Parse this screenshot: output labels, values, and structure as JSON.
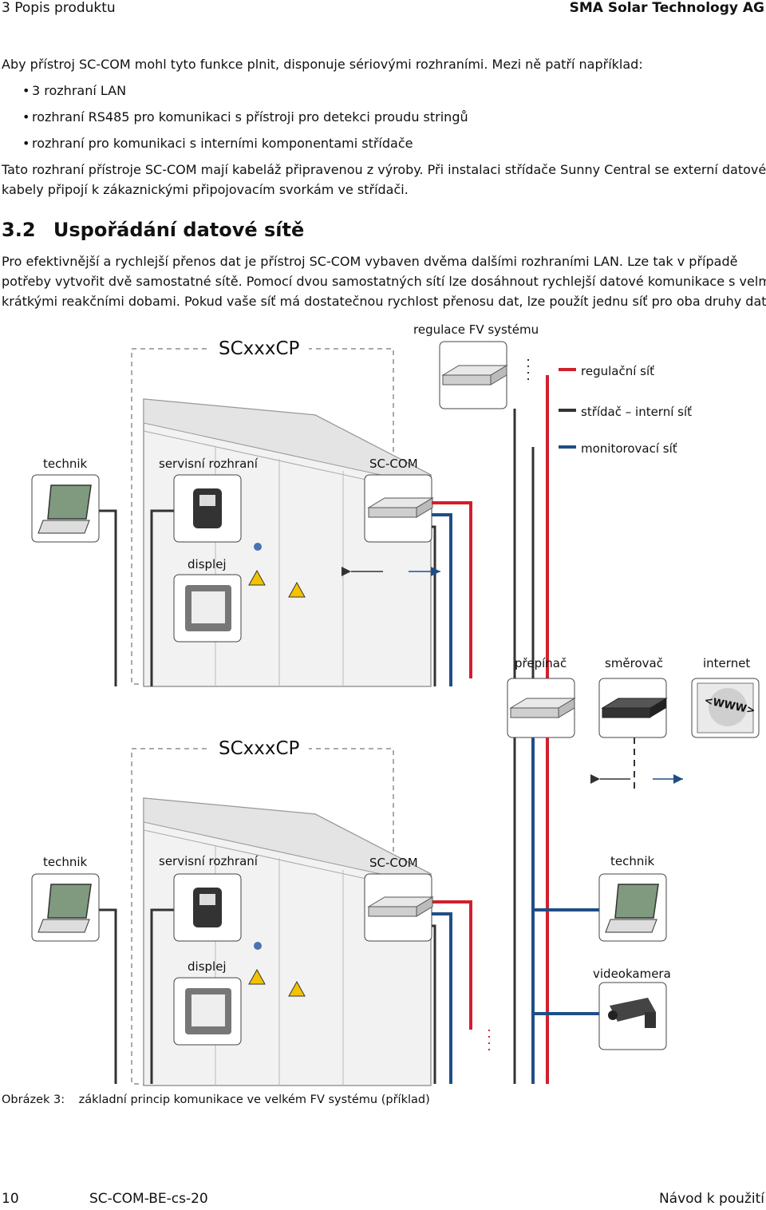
{
  "header": {
    "left": "3  Popis produktu",
    "right": "SMA Solar Technology AG"
  },
  "intro": "Aby přístroj SC-COM mohl tyto funkce plnit, disponuje sériovými rozhraními. Mezi ně patří například:",
  "bullets": [
    "3 rozhraní LAN",
    "rozhraní RS485 pro komunikaci s přístroji pro detekci proudu stringů",
    "rozhraní pro komunikaci s interními komponentami střídače"
  ],
  "para2_lines": [
    "Tato rozhraní přístroje SC-COM mají kabeláž připravenou z výroby. Při instalaci střídače Sunny Central se externí datové",
    "kabely připojí k zákaznickými připojovacím svorkám ve střídači."
  ],
  "section": {
    "number": "3.2",
    "title": "Uspořádání datové sítě"
  },
  "para3_lines": [
    "Pro efektivnější a rychlejší přenos dat je přístroj SC-COM vybaven dvěma dalšími rozhraními LAN. Lze tak v případě",
    "potřeby vytvořit dvě samostatné sítě. Pomocí dvou samostatných sítí lze dosáhnout rychlejší datové komunikace s velmi",
    "krátkými reakčními dobami. Pokud vaše síť má dostatečnou rychlost přenosu dat, lze použít jednu síť pro oba druhy dat."
  ],
  "diagram": {
    "inverter1": "SCxxxCP",
    "inverter2": "SCxxxCP",
    "regulace": "regulace FV systému",
    "legend": [
      {
        "label": "regulační síť",
        "color": "#d0202e"
      },
      {
        "label": "střídač – interní síť",
        "color": "#333333"
      },
      {
        "label": "monitorovací síť",
        "color": "#1f4e86"
      }
    ],
    "labels": {
      "technik": "technik",
      "servisni": "servisní rozhraní",
      "sccom": "SC-COM",
      "displej": "displej",
      "prepinac": "přepínač",
      "smerovac": "směrovač",
      "internet": "internet",
      "www": "<WWW>",
      "videokamera": "videokamera"
    }
  },
  "caption": {
    "label": "Obrázek 3:",
    "text": "základní princip komunikace ve velkém FV systému (příklad)"
  },
  "footer": {
    "page": "10",
    "doc": "SC-COM-BE-cs-20",
    "title": "Návod k použití"
  }
}
